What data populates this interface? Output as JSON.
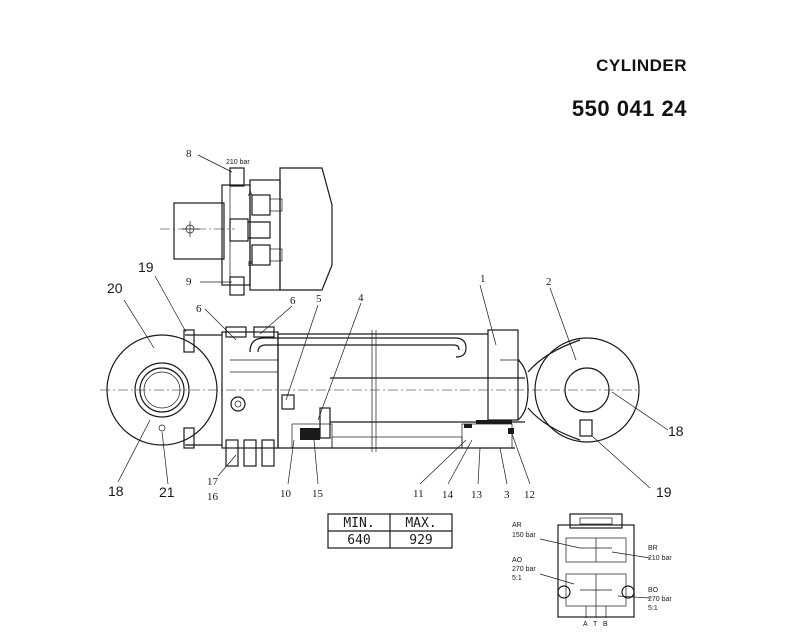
{
  "header": {
    "title": "CYLINDER",
    "part_number": "550 041 24"
  },
  "valve_labels": {
    "p8": "210 bar",
    "pA": "A",
    "pB": "B"
  },
  "callouts": {
    "c1": "1",
    "c2": "2",
    "c3": "3",
    "c4": "4",
    "c5": "5",
    "c6a": "6",
    "c6b": "6",
    "c8": "8",
    "c9": "9",
    "c10": "10",
    "c11": "11",
    "c12": "12",
    "c13": "13",
    "c14": "14",
    "c15": "15",
    "c16": "16",
    "c17": "17",
    "c18a": "18",
    "c18b": "18",
    "c19a": "19",
    "c19b": "19",
    "c20": "20",
    "c21": "21"
  },
  "length_table": {
    "min_label": "MIN.",
    "max_label": "MAX.",
    "min_value": "640",
    "max_value": "929"
  },
  "hydraulic": {
    "ar": "AR",
    "ar_p": "150 bar",
    "br": "BR",
    "br_p": "210 bar",
    "ao": "AO",
    "ao_p": "270 bar",
    "ao_r": "5:1",
    "bo": "BO",
    "bo_p": "270 bar",
    "bo_r": "5:1",
    "pa": "A",
    "pt": "T",
    "pb": "B"
  }
}
